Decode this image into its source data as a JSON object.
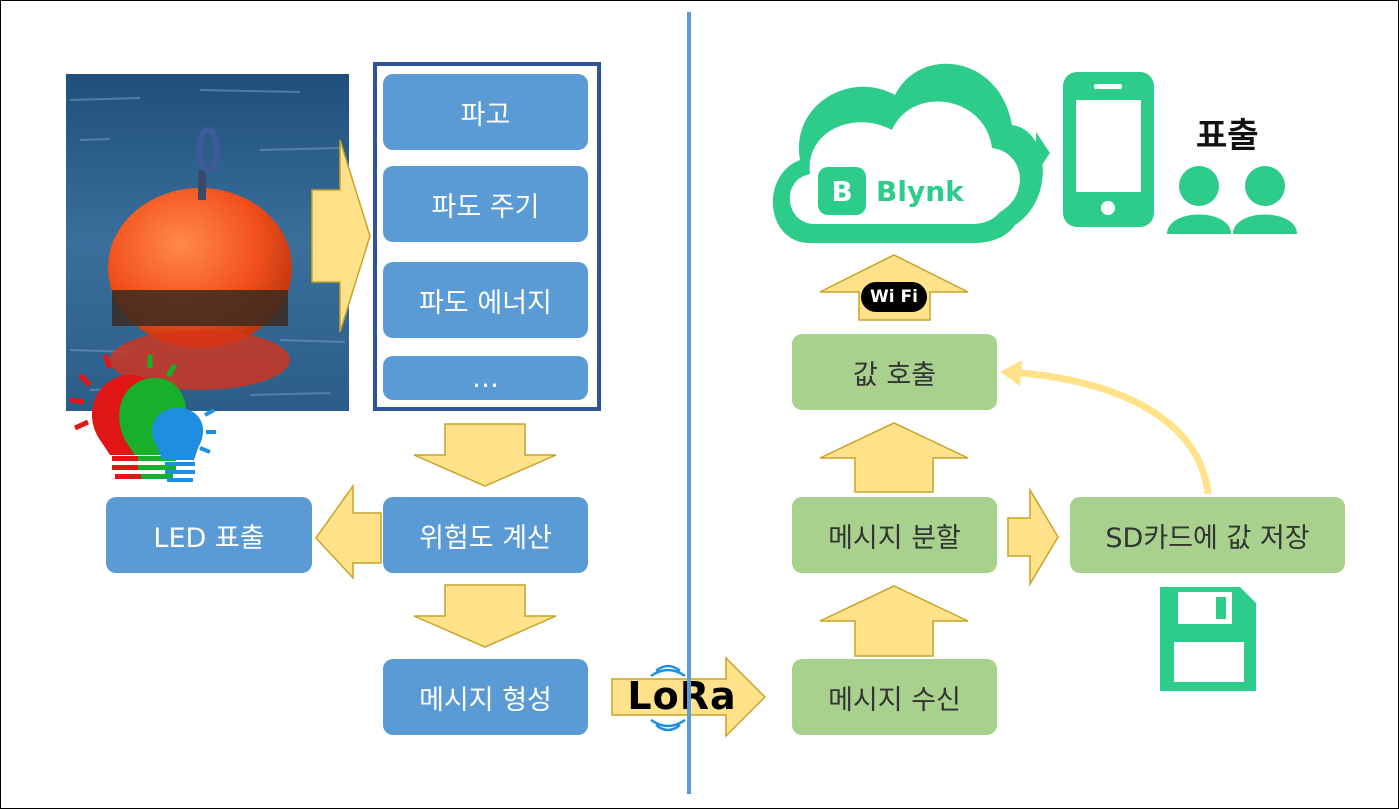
{
  "left": {
    "panel_items": [
      "파고",
      "파도 주기",
      "파도 에너지",
      "…"
    ],
    "risk_calc": "위험도 계산",
    "led_output": "LED 표출",
    "message_build": "메시지 형성",
    "lora_label": "LoRa"
  },
  "right": {
    "message_receive": "메시지 수신",
    "message_split": "메시지 분할",
    "sd_save": "SD카드에 값 저장",
    "value_call": "값 호출",
    "wifi_label": "Wi Fi",
    "blynk_label": "Blynk",
    "blynk_badge": "B",
    "display_label": "표출"
  },
  "colors": {
    "blue_box": "#5b9bd5",
    "green_box": "#a9d18e",
    "arrow_fill": "#ffe28a",
    "arrow_stroke": "#c9a227",
    "blynk_green": "#2ecc8a"
  }
}
